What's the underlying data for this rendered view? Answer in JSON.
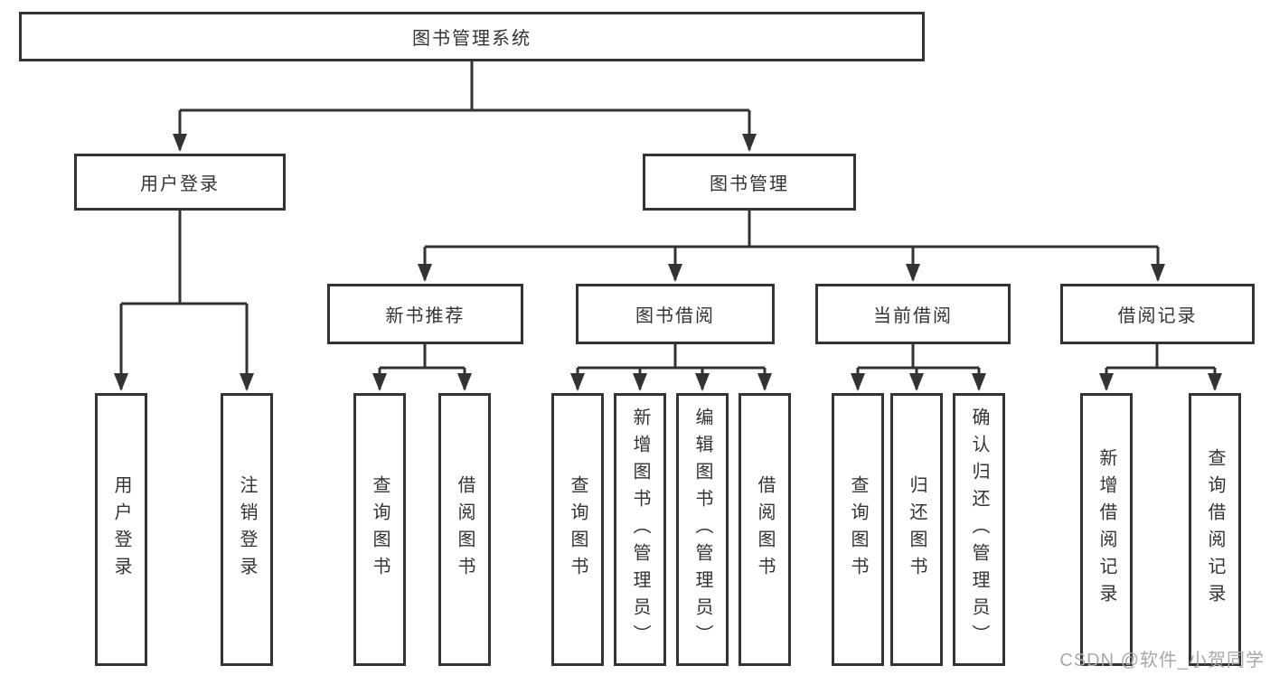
{
  "diagram": {
    "type": "hierarchy",
    "levels": 4,
    "nodes": {
      "root": {
        "label": "图书管理系统"
      },
      "user_login_group": {
        "label": "用户登录"
      },
      "book_management_group": {
        "label": "图书管理"
      },
      "new_book_recommend": {
        "label": "新书推荐"
      },
      "book_borrow": {
        "label": "图书借阅"
      },
      "current_borrow": {
        "label": "当前借阅"
      },
      "borrow_record": {
        "label": "借阅记录"
      },
      "leaf_user_login": {
        "label": "用户登录"
      },
      "leaf_logout": {
        "label": "注销登录"
      },
      "leaf_query_book_recommend": {
        "label": "查询图书"
      },
      "leaf_borrow_book_recommend": {
        "label": "借阅图书"
      },
      "leaf_query_book_borrow": {
        "label": "查询图书"
      },
      "leaf_add_book_admin": {
        "label": "新增图书（管理员）"
      },
      "leaf_edit_book_admin": {
        "label": "编辑图书（管理员）"
      },
      "leaf_borrow_book": {
        "label": "借阅图书"
      },
      "leaf_query_book_current": {
        "label": "查询图书"
      },
      "leaf_return_book": {
        "label": "归还图书"
      },
      "leaf_confirm_return_admin": {
        "label": "确认归还（管理员）"
      },
      "leaf_add_borrow_record": {
        "label": "新增借阅记录"
      },
      "leaf_query_borrow_record": {
        "label": "查询借阅记录"
      }
    },
    "edges": [
      [
        "root",
        "user_login_group"
      ],
      [
        "root",
        "book_management_group"
      ],
      [
        "user_login_group",
        "leaf_user_login"
      ],
      [
        "user_login_group",
        "leaf_logout"
      ],
      [
        "book_management_group",
        "new_book_recommend"
      ],
      [
        "book_management_group",
        "book_borrow"
      ],
      [
        "book_management_group",
        "current_borrow"
      ],
      [
        "book_management_group",
        "borrow_record"
      ],
      [
        "new_book_recommend",
        "leaf_query_book_recommend"
      ],
      [
        "new_book_recommend",
        "leaf_borrow_book_recommend"
      ],
      [
        "book_borrow",
        "leaf_query_book_borrow"
      ],
      [
        "book_borrow",
        "leaf_add_book_admin"
      ],
      [
        "book_borrow",
        "leaf_edit_book_admin"
      ],
      [
        "book_borrow",
        "leaf_borrow_book"
      ],
      [
        "current_borrow",
        "leaf_query_book_current"
      ],
      [
        "current_borrow",
        "leaf_return_book"
      ],
      [
        "current_borrow",
        "leaf_confirm_return_admin"
      ],
      [
        "borrow_record",
        "leaf_add_borrow_record"
      ],
      [
        "borrow_record",
        "leaf_query_borrow_record"
      ]
    ],
    "colors": {
      "line": "#333333",
      "box_border": "#333333",
      "box_fill": "#ffffff",
      "text": "#333333",
      "background": "#ffffff",
      "watermark_text_color": "#a8a8a8"
    }
  },
  "watermark": {
    "text": "CSDN @软件_小贺同学"
  }
}
